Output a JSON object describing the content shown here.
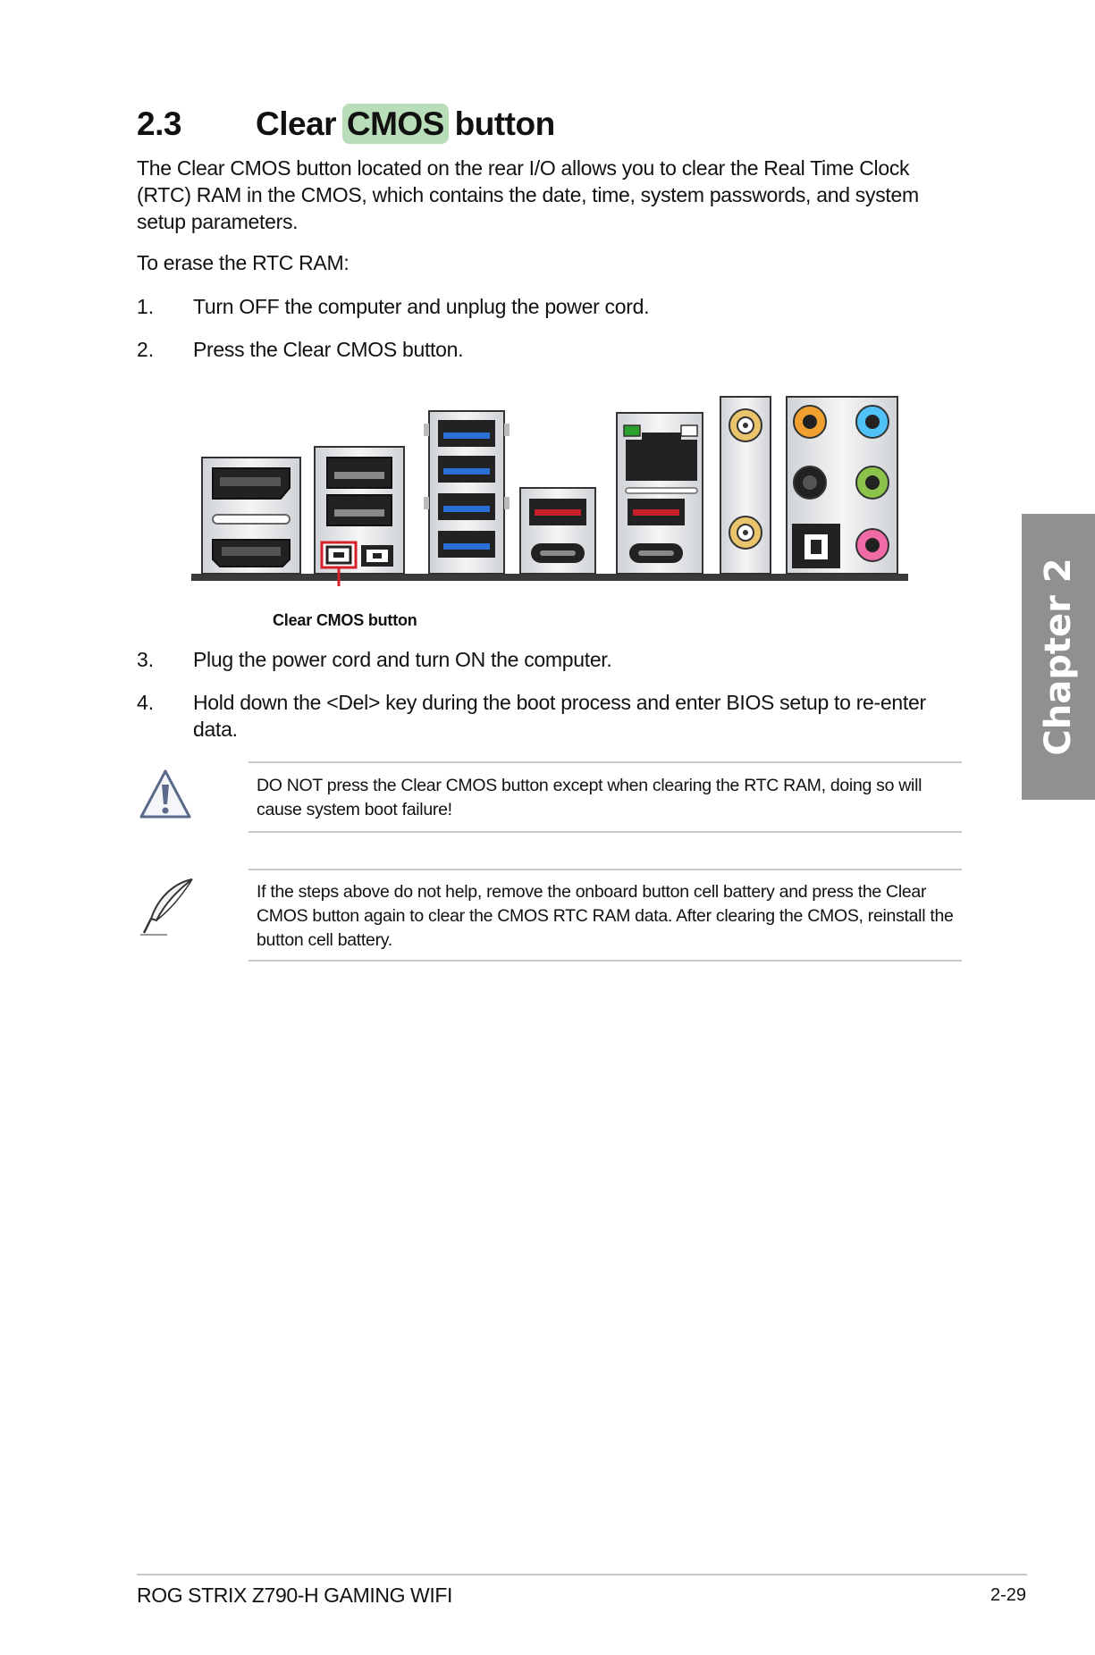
{
  "section": {
    "number": "2.3",
    "title_before": "Clear ",
    "title_highlight": "CMOS",
    "title_after": " button"
  },
  "intro": "The Clear CMOS button located on the rear I/O allows you to clear the Real Time Clock (RTC) RAM in the CMOS, which contains the date, time, system passwords, and system setup parameters.",
  "erase_heading": "To erase the RTC RAM:",
  "steps": [
    {
      "num": "1.",
      "text": "Turn OFF the computer and unplug the power cord."
    },
    {
      "num": "2.",
      "text": "Press the Clear CMOS button."
    },
    {
      "num": "3.",
      "text": "Plug the power cord and turn ON the computer."
    },
    {
      "num": "4.",
      "text": "Hold down the <Del> key during the boot process and enter BIOS setup to re-enter data."
    }
  ],
  "diagram": {
    "callout_label": "Clear CMOS button"
  },
  "warning": {
    "icon": "warning-icon",
    "text": "DO NOT press the Clear CMOS button except when clearing the RTC RAM, doing so will cause system boot failure!"
  },
  "note": {
    "icon": "feather-pen-icon",
    "text": "If the steps above do not help, remove the onboard button cell battery and press the Clear CMOS button again to clear the CMOS RTC RAM data. After clearing the CMOS, reinstall the button cell battery."
  },
  "chapter_tab": "Chapter 2",
  "footer": {
    "product": "ROG STRIX Z790-H GAMING WIFI",
    "page": "2-29"
  },
  "colors": {
    "highlight": "#b9dcb9",
    "usb_blue": "#2a6fd6",
    "usb_red": "#c8202a",
    "callout_red": "#d6202a",
    "chapter_tab": "#8f9092"
  }
}
